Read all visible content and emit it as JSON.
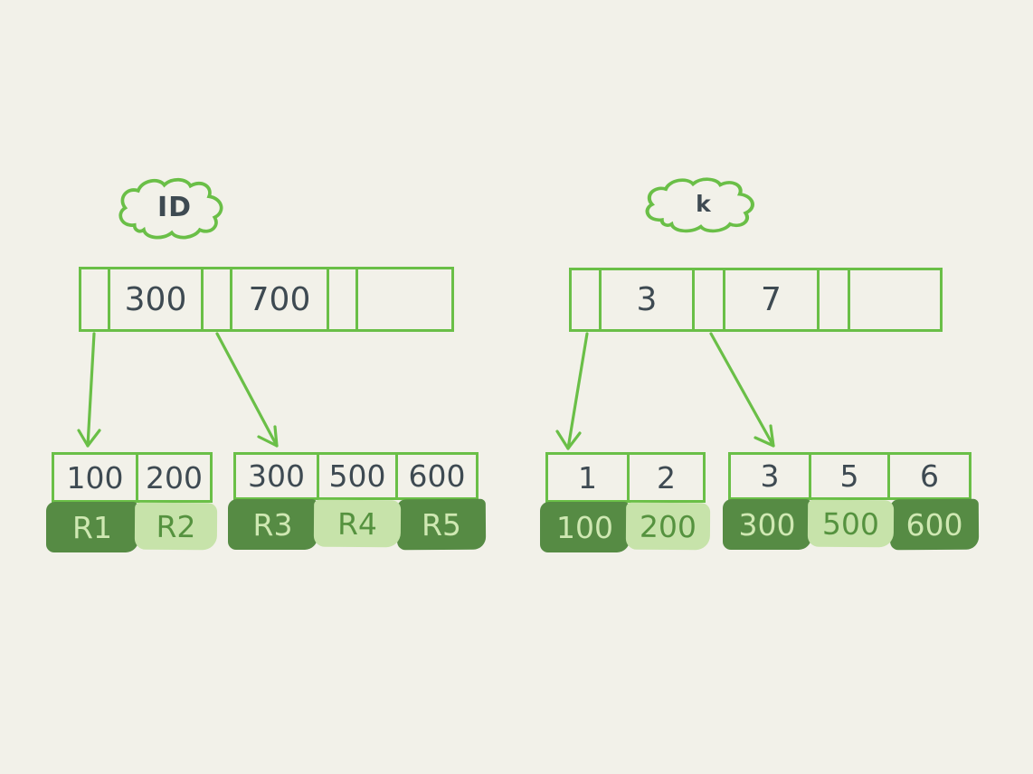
{
  "colors": {
    "background": "#f2f1e9",
    "stroke_green": "#6abf47",
    "ink_dark": "#3e4a52",
    "record_block_dark": "#568b44",
    "record_block_light": "#c7e3aa",
    "text_on_dark_block": "#cfe8b2",
    "text_on_light_block": "#55923f"
  },
  "left_index": {
    "label": "ID",
    "root": {
      "keys": [
        "300",
        "700"
      ]
    },
    "leaves": [
      {
        "keys": [
          "100",
          "200"
        ],
        "records": [
          {
            "label": "R1",
            "tone": "dark"
          },
          {
            "label": "R2",
            "tone": "light"
          }
        ]
      },
      {
        "keys": [
          "300",
          "500",
          "600"
        ],
        "records": [
          {
            "label": "R3",
            "tone": "dark"
          },
          {
            "label": "R4",
            "tone": "light"
          },
          {
            "label": "R5",
            "tone": "dark"
          }
        ]
      }
    ]
  },
  "right_index": {
    "label": "k",
    "root": {
      "keys": [
        "3",
        "7"
      ]
    },
    "leaves": [
      {
        "keys": [
          "1",
          "2"
        ],
        "records": [
          {
            "label": "100",
            "tone": "dark"
          },
          {
            "label": "200",
            "tone": "light"
          }
        ]
      },
      {
        "keys": [
          "3",
          "5",
          "6"
        ],
        "records": [
          {
            "label": "300",
            "tone": "dark"
          },
          {
            "label": "500",
            "tone": "light"
          },
          {
            "label": "600",
            "tone": "dark"
          }
        ]
      }
    ]
  }
}
